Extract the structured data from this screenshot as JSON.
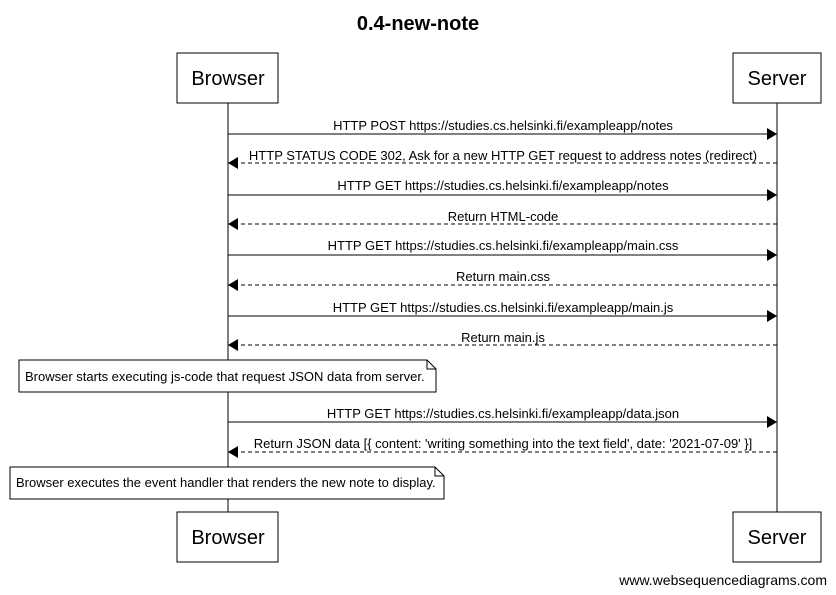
{
  "title": "0.4-new-note",
  "participants": [
    {
      "id": "browser",
      "label": "Browser"
    },
    {
      "id": "server",
      "label": "Server"
    }
  ],
  "messages": [
    {
      "from": "browser",
      "to": "server",
      "kind": "request",
      "label": "HTTP POST https://studies.cs.helsinki.fi/exampleapp/notes"
    },
    {
      "from": "server",
      "to": "browser",
      "kind": "response",
      "label": "HTTP STATUS CODE 302, Ask for a new HTTP GET request to address notes (redirect)"
    },
    {
      "from": "browser",
      "to": "server",
      "kind": "request",
      "label": "HTTP GET https://studies.cs.helsinki.fi/exampleapp/notes"
    },
    {
      "from": "server",
      "to": "browser",
      "kind": "response",
      "label": "Return HTML-code"
    },
    {
      "from": "browser",
      "to": "server",
      "kind": "request",
      "label": "HTTP GET https://studies.cs.helsinki.fi/exampleapp/main.css"
    },
    {
      "from": "server",
      "to": "browser",
      "kind": "response",
      "label": "Return main.css"
    },
    {
      "from": "browser",
      "to": "server",
      "kind": "request",
      "label": "HTTP GET https://studies.cs.helsinki.fi/exampleapp/main.js"
    },
    {
      "from": "server",
      "to": "browser",
      "kind": "response",
      "label": "Return main.js"
    },
    {
      "from": "browser",
      "to": "server",
      "kind": "request",
      "label": "HTTP GET https://studies.cs.helsinki.fi/exampleapp/data.json"
    },
    {
      "from": "server",
      "to": "browser",
      "kind": "response",
      "label": "Return JSON data [{ content: 'writing something into the text field', date: '2021-07-09' }]"
    }
  ],
  "notes": [
    {
      "over": "browser",
      "label": "Browser starts executing js-code that request JSON data from server."
    },
    {
      "over": "browser",
      "label": "Browser executes the event handler that renders the new note to display."
    }
  ],
  "footer": "www.websequencediagrams.com"
}
